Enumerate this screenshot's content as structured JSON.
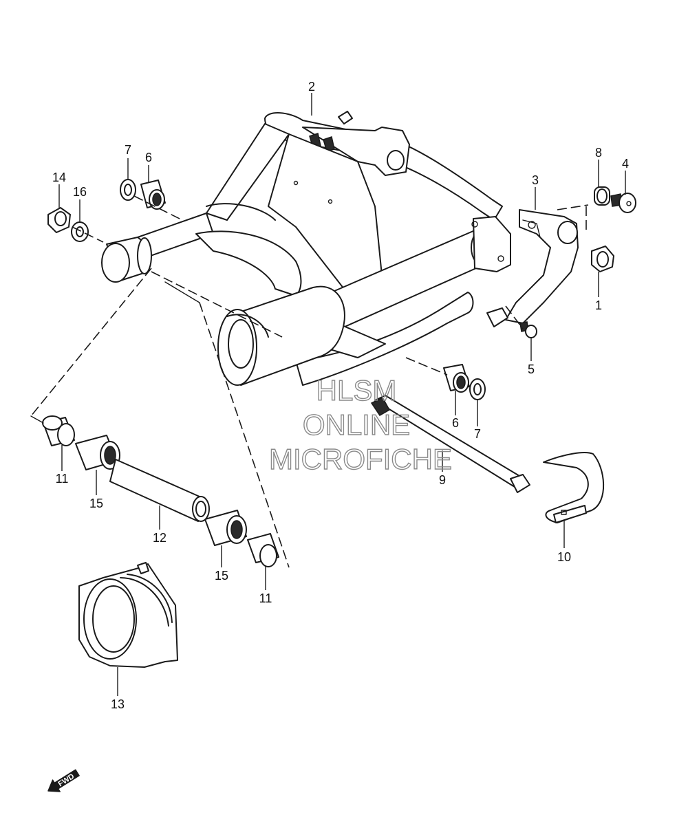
{
  "callouts": {
    "c1": "1",
    "c2": "2",
    "c3": "3",
    "c4": "4",
    "c5": "5",
    "c6a": "6",
    "c6b": "6",
    "c7a": "7",
    "c7b": "7",
    "c8": "8",
    "c9": "9",
    "c10": "10",
    "c11a": "11",
    "c11b": "11",
    "c12": "12",
    "c13": "13",
    "c14": "14",
    "c15a": "15",
    "c15b": "15",
    "c16": "16"
  },
  "watermark": {
    "line1": "HLSM",
    "line2": "ONLINE",
    "line3": "MICROFICHE"
  },
  "direction_badge": {
    "label": "FWD"
  }
}
